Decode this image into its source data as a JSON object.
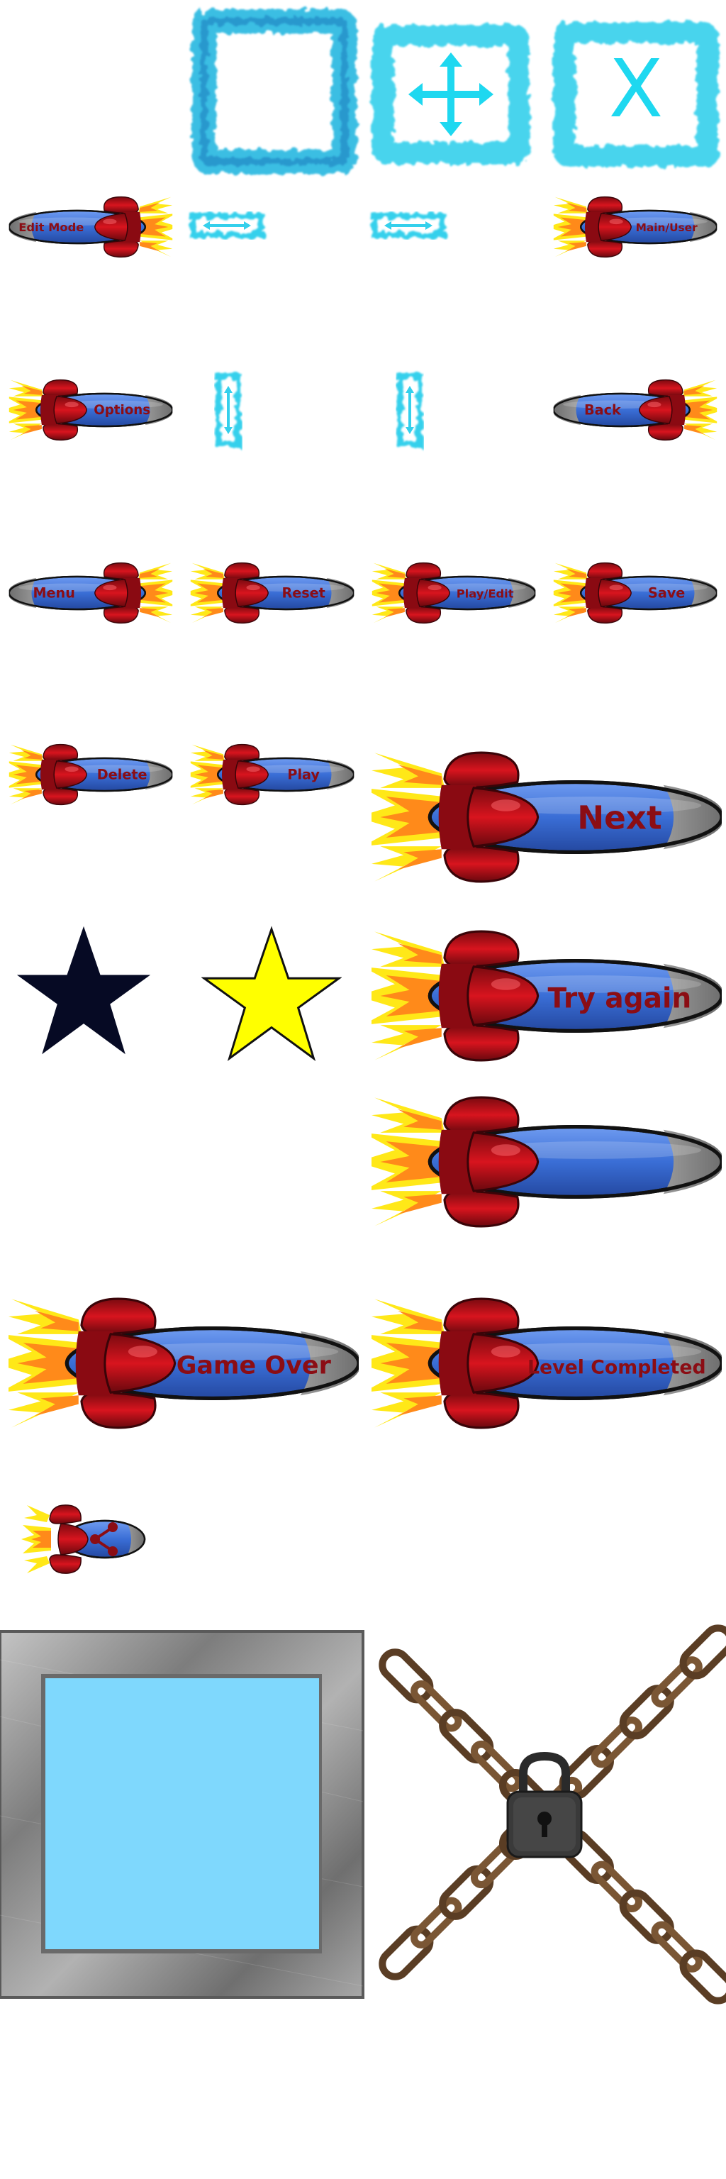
{
  "rocket_buttons": {
    "edit_mode": "Edit Mode",
    "main_user": "Main/User",
    "options": "Options",
    "back": "Back",
    "menu": "Menu",
    "reset": "Reset",
    "play_edit": "Play/Edit",
    "save": "Save",
    "delete": "Delete",
    "play": "Play",
    "next": "Next",
    "try_again": "Try again",
    "game_over": "Game Over",
    "level_completed": "Level Completed"
  },
  "frames": {
    "close_glyph": "X",
    "move_icon": "move-arrows-icon"
  },
  "icons": {
    "share": "share-icon",
    "lock": "padlock-icon"
  },
  "colors": {
    "rocket_body": "#3a6ed6",
    "rocket_red": "#c8101c",
    "flame_outer": "#ffe818",
    "flame_inner": "#ff8a1a",
    "label": "#8b0d14",
    "frame_cyan": "#28c8e8",
    "star_dark": "#060a24",
    "star_yellow": "#ffff00",
    "panel_blue": "#7fd8fd",
    "metal": "#9a9a9a",
    "chain": "#6b4a2e"
  }
}
